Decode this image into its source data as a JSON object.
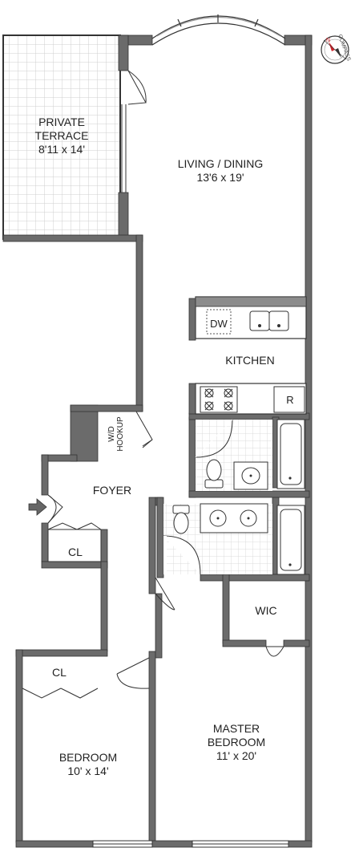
{
  "rooms": {
    "terrace": {
      "name_line1": "PRIVATE",
      "name_line2": "TERRACE",
      "size": "8'11 x 14'"
    },
    "living": {
      "name": "LIVING / DINING",
      "size": "13'6 x 19'"
    },
    "kitchen": {
      "name": "KITCHEN"
    },
    "dishwasher": {
      "label": "DW"
    },
    "refrigerator": {
      "label": "R"
    },
    "wd": {
      "line1": "W/D",
      "line2": "HOOKUP"
    },
    "foyer": {
      "name": "FOYER"
    },
    "closet_foyer": {
      "label": "CL"
    },
    "wic": {
      "label": "WIC"
    },
    "closet_bedroom": {
      "label": "CL"
    },
    "bedroom": {
      "name": "BEDROOM",
      "size": "10' x 14'"
    },
    "master": {
      "name_line1": "MASTER",
      "name_line2": "BEDROOM",
      "size": "11' x 20'"
    }
  },
  "compass": {
    "label": "COMPASS",
    "north": "N"
  },
  "colors": {
    "wall": "#6b6b6b",
    "wall_dark": "#4a4a4a",
    "line": "#333333",
    "north": "#d2232a",
    "grid": "#cfcfcf"
  }
}
